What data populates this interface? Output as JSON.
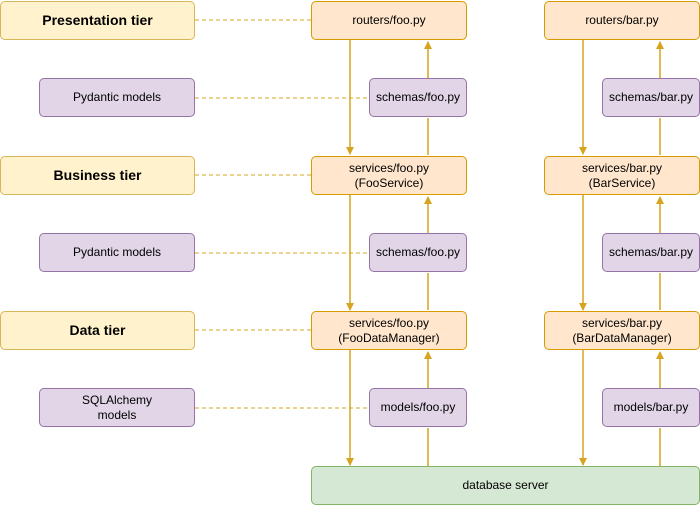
{
  "tiers": {
    "presentation": "Presentation tier",
    "business": "Business tier",
    "data": "Data tier"
  },
  "models": {
    "pydantic_1": "Pydantic models",
    "pydantic_2": "Pydantic models",
    "sqlalchemy": "SQLAlchemy\nmodels"
  },
  "foo": {
    "router": "routers/foo.py",
    "schemas_1": "schemas/foo.py",
    "service": "services/foo.py\n(FooService)",
    "schemas_2": "schemas/foo.py",
    "data_manager": "services/foo.py\n(FooDataManager)",
    "models": "models/foo.py"
  },
  "bar": {
    "router": "routers/bar.py",
    "schemas_1": "schemas/bar.py",
    "service": "services/bar.py\n(BarService)",
    "schemas_2": "schemas/bar.py",
    "data_manager": "services/bar.py\n(BarDataManager)",
    "models": "models/bar.py"
  },
  "database": "database server",
  "colors": {
    "tier_fill": "#fff2cc",
    "tier_border": "#d6b656",
    "model_fill": "#e1d5e7",
    "model_border": "#9673a6",
    "code_fill": "#ffe6cc",
    "code_border": "#d79b00",
    "db_fill": "#d5e8d4",
    "db_border": "#82b366",
    "connector": "#d6a520"
  }
}
